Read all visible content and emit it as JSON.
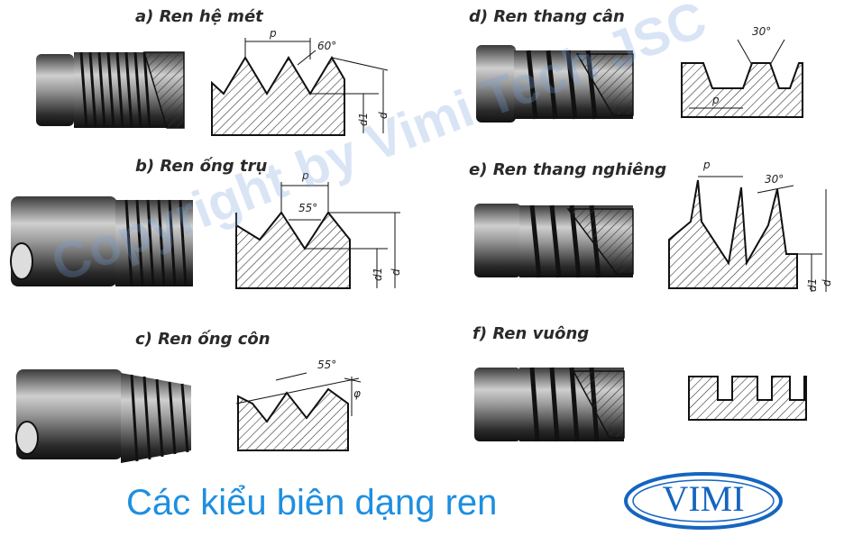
{
  "panels": [
    {
      "id": "a",
      "title": "a) Ren hệ mét",
      "labels": {
        "pitch": "p",
        "angle": "60°",
        "minor": "d1",
        "major": "d"
      }
    },
    {
      "id": "b",
      "title": "b) Ren ống trụ",
      "labels": {
        "pitch": "p",
        "angle": "55°",
        "minor": "d1",
        "major": "d"
      }
    },
    {
      "id": "c",
      "title": "c) Ren ống côn",
      "labels": {
        "angle": "55°",
        "taper": "φ"
      }
    },
    {
      "id": "d",
      "title": "d) Ren thang cân",
      "labels": {
        "pitch": "p",
        "angle": "30°"
      }
    },
    {
      "id": "e",
      "title": "e) Ren thang nghiêng",
      "labels": {
        "pitch": "p",
        "angle": "30°",
        "minor": "d1",
        "major": "d"
      }
    },
    {
      "id": "f",
      "title": "f) Ren vuông",
      "labels": {}
    }
  ],
  "caption": "Các kiểu biên dạng ren",
  "logo_text": "VIMI",
  "watermark": "Copyright by Vimi Tech JSC",
  "colors": {
    "caption": "#1e8fe0",
    "logo": "#1565c0",
    "ink": "#2a2a2a"
  }
}
